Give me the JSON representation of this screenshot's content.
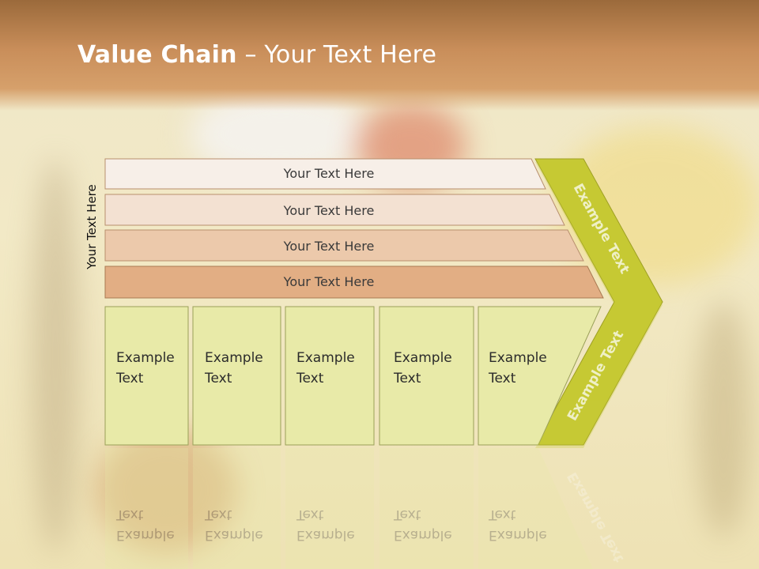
{
  "title": {
    "bold": "Value Chain",
    "rest": " – Your Text Here"
  },
  "side_label": "Your Text Here",
  "bars": [
    {
      "label": "Your Text Here",
      "color": "#f7efe8"
    },
    {
      "label": "Your Text Here",
      "color": "#f3e1d2"
    },
    {
      "label": "Your Text Here",
      "color": "#ecc9ab"
    },
    {
      "label": "Your Text Here",
      "color": "#e2ae84"
    }
  ],
  "boxes": [
    {
      "line1": "Example",
      "line2": "Text"
    },
    {
      "line1": "Example",
      "line2": "Text"
    },
    {
      "line1": "Example",
      "line2": "Text"
    },
    {
      "line1": "Example",
      "line2": "Text"
    },
    {
      "line1": "Example",
      "line2": "Text"
    }
  ],
  "chevron_top": "Example Text",
  "chevron_bottom": "Example Text",
  "colors": {
    "chevron": "#c6c934",
    "box": "#e8eaa8",
    "title_band": "#c98e5a"
  }
}
